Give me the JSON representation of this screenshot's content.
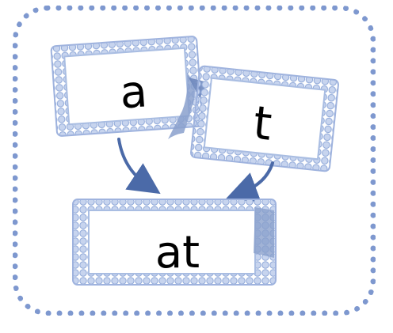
{
  "colors": {
    "frame": "#7e98cf",
    "card_edge": "#a9bde2",
    "card_scallop": "#8fa8d8",
    "ribbon": "#8aa0cc",
    "arrow": "#4b6aa8",
    "text": "#000000"
  },
  "cards": {
    "letter_a": "a",
    "letter_t": "t",
    "word_at": "at"
  },
  "icons": {
    "arrow_left": "curved-arrow-icon",
    "arrow_right": "curved-arrow-icon",
    "ribbon": "ribbon-bow-icon"
  }
}
